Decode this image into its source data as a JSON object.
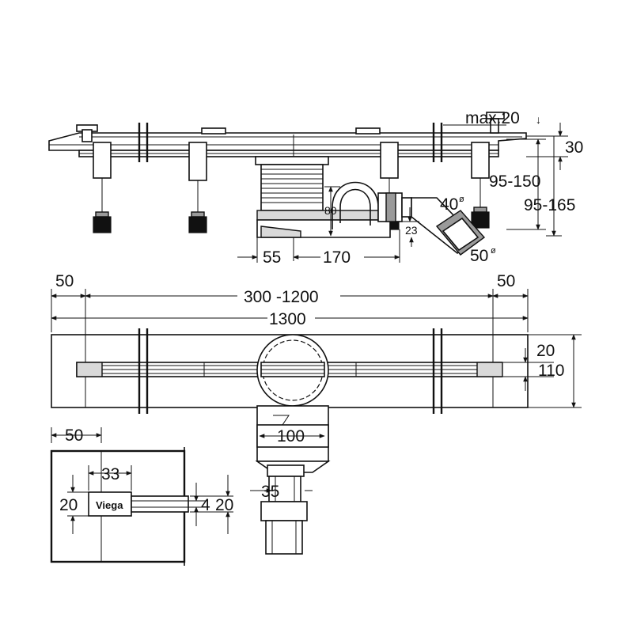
{
  "labels": {
    "max20": "max.20",
    "d30": "30",
    "d95_150": "95-150",
    "d95_165": "95-165",
    "d80": "80",
    "d23": "23",
    "d40": "40",
    "d50": "50",
    "d55": "55",
    "d170": "170",
    "top50_left": "50",
    "top50_right": "50",
    "d300_1200": "300 -1200",
    "d1300": "1300",
    "d20_right": "20",
    "d110": "110",
    "d100": "100",
    "d35": "35",
    "detail50": "50",
    "d33": "33",
    "detail20_left": "20",
    "detail4": "4",
    "detail20_right": "20",
    "brand": "Viega",
    "diam": "ø"
  }
}
